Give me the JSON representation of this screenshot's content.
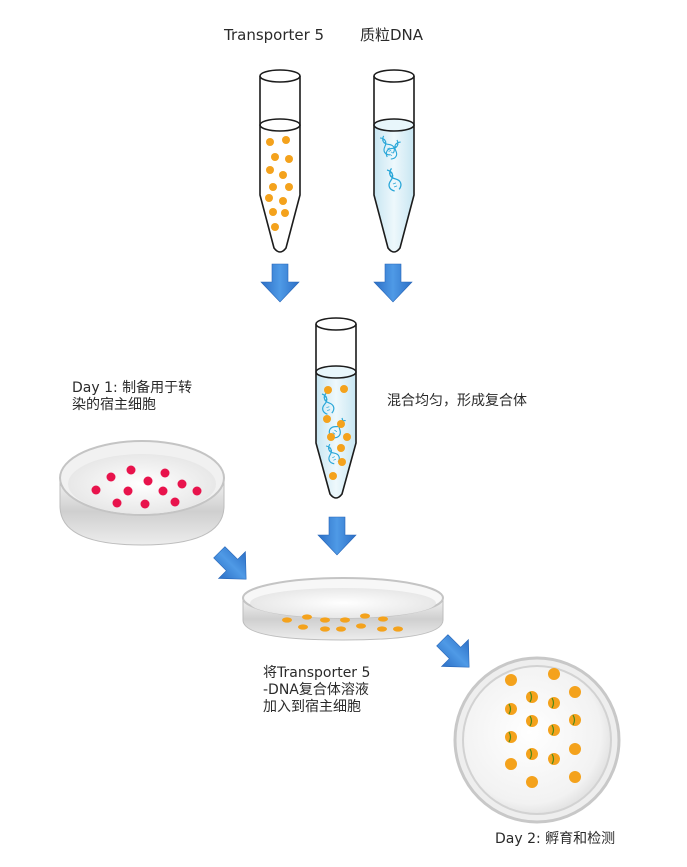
{
  "labels": {
    "transporter": "Transporter 5",
    "plasmid": "质粒DNA",
    "mix": "混合均匀，形成复合体",
    "day1_line1": "Day 1: 制备用于转",
    "day1_line2": "染的宿主细胞",
    "add_line1": "将Transporter 5",
    "add_line2": "-DNA复合体溶液",
    "add_line3": "加入到宿主细胞",
    "day2": "Day 2: 孵育和检测"
  },
  "colors": {
    "arrow": "#3a86d8",
    "arrow_dark": "#2766b8",
    "particle": "#f4a21c",
    "dna": "#2aa7d8",
    "cell_red": "#e8134c",
    "liquid": "#d8eff7",
    "dish": "#d9d9d9"
  },
  "icons": {
    "tube": "centrifuge-tube-icon",
    "arrow": "blue-arrow-icon",
    "dish": "petri-dish-icon"
  }
}
